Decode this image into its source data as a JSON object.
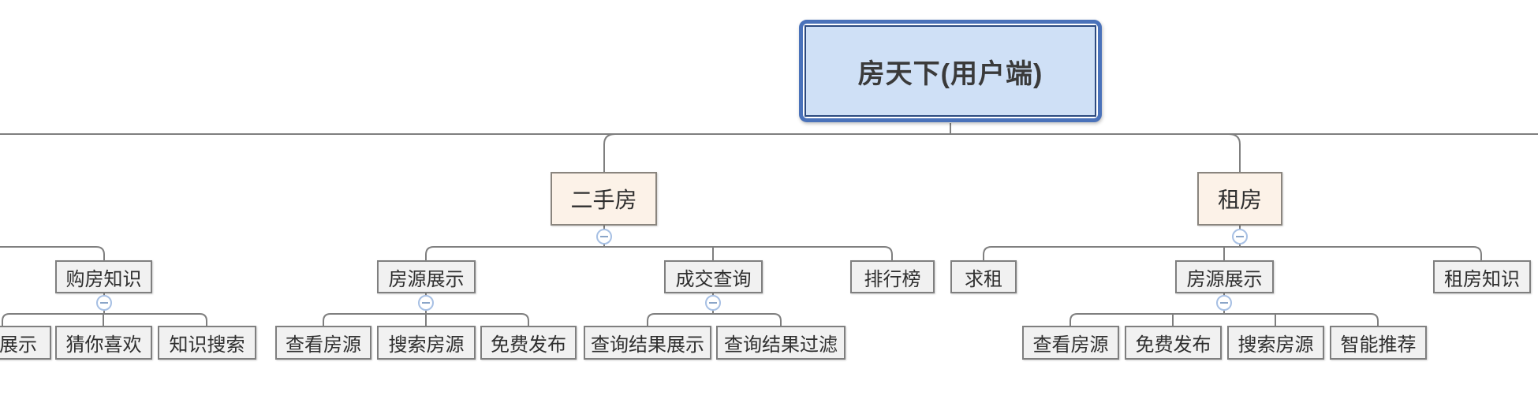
{
  "tree": {
    "root": {
      "label": "房天下(用户端)"
    },
    "clipped_left_branch": {
      "children": [
        {
          "label": "购房知识",
          "children": [
            {
              "label": "展示",
              "clipped": true
            },
            {
              "label": "猜你喜欢"
            },
            {
              "label": "知识搜索"
            }
          ]
        }
      ]
    },
    "branches": [
      {
        "label": "二手房",
        "children": [
          {
            "label": "房源展示",
            "children": [
              {
                "label": "查看房源"
              },
              {
                "label": "搜索房源"
              },
              {
                "label": "免费发布"
              }
            ]
          },
          {
            "label": "成交查询",
            "children": [
              {
                "label": "查询结果展示"
              },
              {
                "label": "查询结果过滤"
              }
            ]
          },
          {
            "label": "排行榜"
          }
        ]
      },
      {
        "label": "租房",
        "children": [
          {
            "label": "求租"
          },
          {
            "label": "房源展示",
            "children": [
              {
                "label": "查看房源"
              },
              {
                "label": "免费发布"
              },
              {
                "label": "搜索房源"
              },
              {
                "label": "智能推荐"
              }
            ]
          },
          {
            "label": "租房知识"
          }
        ]
      }
    ]
  },
  "icons": {
    "collapse": "minus-circle"
  },
  "colors": {
    "root_fill": "#cfe0f6",
    "root_outer_border": "#4a72ba",
    "root_inner_border": "#2c4a80",
    "branch_fill": "#fcf2e8",
    "branch_border": "#8a857e",
    "node_fill": "#f1f1f1",
    "node_border": "#7f7f7f",
    "connector_line": "#7f7f7f",
    "collapse_border": "#a7c0e4",
    "collapse_minus": "#8aa5c8",
    "background": "#ffffff"
  }
}
